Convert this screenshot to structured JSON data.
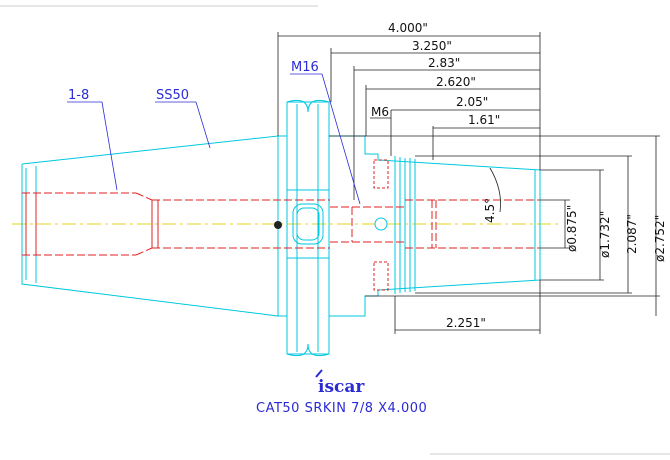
{
  "labels": {
    "thread": "1-8",
    "flange": "SS50",
    "screw": "M16",
    "hole": "M6"
  },
  "dimensions": {
    "d1": "4.000\"",
    "d2": "3.250\"",
    "d3": "2.83\"",
    "d4": "2.620\"",
    "d5": "2.05\"",
    "d6": "1.61\"",
    "angle": "4.5°",
    "dia1": "ø0.875\"",
    "dia2": "ø1.732\"",
    "dia3": "2.087\"",
    "dia4": "ø2.752\"",
    "bottom": "2.251\""
  },
  "logo": "iscar",
  "title": "CAT50 SRKIN 7/8 X4.000",
  "colors": {
    "outline": "#00c8e0",
    "hidden": "#e02020",
    "centerline": "#e6d21a",
    "text": "#111111",
    "label": "#2b2bd6"
  }
}
